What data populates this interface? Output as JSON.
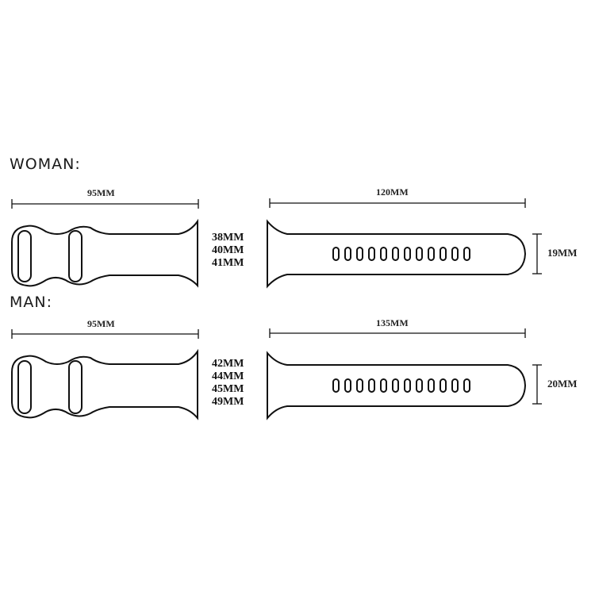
{
  "woman": {
    "label": "WOMAN:",
    "short_strap_length": "95MM",
    "long_strap_length": "120MM",
    "strap_width": "19MM",
    "case_sizes": [
      "38MM",
      "40MM",
      "41MM"
    ],
    "hole_count": 12
  },
  "man": {
    "label": "MAN:",
    "short_strap_length": "95MM",
    "long_strap_length": "135MM",
    "strap_width": "20MM",
    "case_sizes": [
      "42MM",
      "44MM",
      "45MM",
      "49MM"
    ],
    "hole_count": 12
  },
  "colors": {
    "line": "#111111",
    "background": "#ffffff"
  }
}
